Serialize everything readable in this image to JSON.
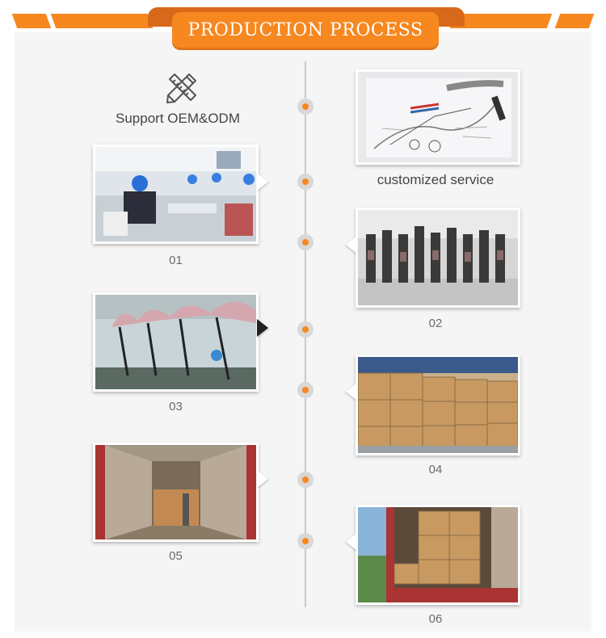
{
  "header": {
    "title": "PRODUCTION PROCESS"
  },
  "oem": {
    "label": "Support OEM&ODM",
    "icon": "pencil-ruler-icon"
  },
  "steps": [
    {
      "caption": "customized service"
    },
    {
      "caption": "01"
    },
    {
      "caption": "02"
    },
    {
      "caption": "03"
    },
    {
      "caption": "04"
    },
    {
      "caption": "05"
    },
    {
      "caption": "06"
    }
  ],
  "colors": {
    "accent": "#f7871f",
    "panel": "#f5f5f5",
    "line": "#c9c9c9"
  }
}
